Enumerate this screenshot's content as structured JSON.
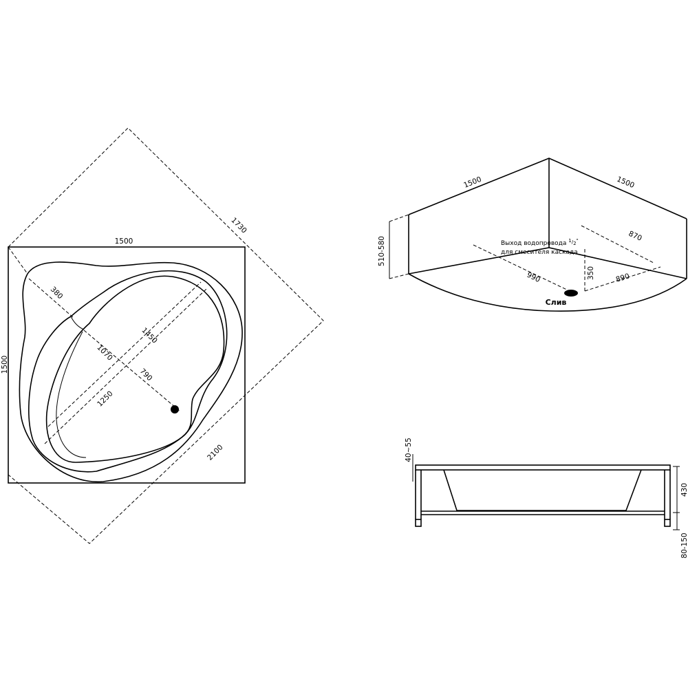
{
  "plan": {
    "width_label": "1500",
    "height_label": "1500",
    "diag_1730": "1730",
    "diag_2100": "2100",
    "dim_380": "380",
    "dim_1450": "1450",
    "dim_1070": "1070",
    "dim_790": "790",
    "dim_1250": "1250"
  },
  "iso": {
    "left_length": "1500",
    "right_length": "1500",
    "height_range": "510-580",
    "water_outlet_line1": "Выход водопровода ",
    "water_outlet_fraction_num": "1",
    "water_outlet_fraction_den": "2",
    "water_outlet_quote": "\"",
    "water_outlet_line2": "для смесителя каскада",
    "dim_870": "870",
    "dim_990": "990",
    "dim_350": "350",
    "dim_890": "890",
    "drain_label": "Слив"
  },
  "side": {
    "rim_range": "40~55",
    "depth": "430",
    "legs_range": "80-150"
  }
}
